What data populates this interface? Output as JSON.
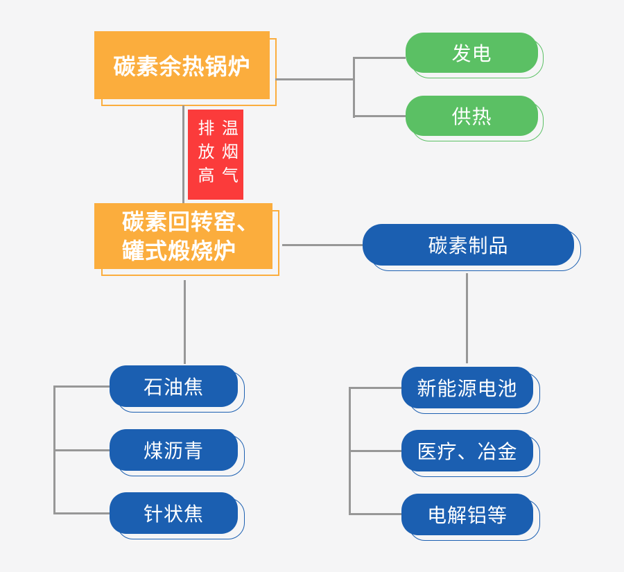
{
  "colors": {
    "background": "#F5F5F6",
    "orange": "#FBAD3D",
    "green": "#5BC064",
    "blue": "#1B5FB1",
    "red": "#FB3B3B",
    "connector_gray": "#979797",
    "text": "#FFFFFF"
  },
  "diagram": {
    "boiler": {
      "label": "碳素余热锅炉"
    },
    "boiler_outputs": [
      {
        "label": "发电"
      },
      {
        "label": "供热"
      }
    ],
    "flue_gas": {
      "column1": "排放高",
      "column2": "温烟气"
    },
    "kiln": {
      "line1": "碳素回转窑、",
      "line2": "罐式煅烧炉"
    },
    "products": {
      "label": "碳素制品"
    },
    "raw_materials": [
      {
        "label": "石油焦"
      },
      {
        "label": "煤沥青"
      },
      {
        "label": "针状焦"
      }
    ],
    "applications": [
      {
        "label": "新能源电池"
      },
      {
        "label": "医疗、冶金"
      },
      {
        "label": "电解铝等"
      }
    ]
  }
}
